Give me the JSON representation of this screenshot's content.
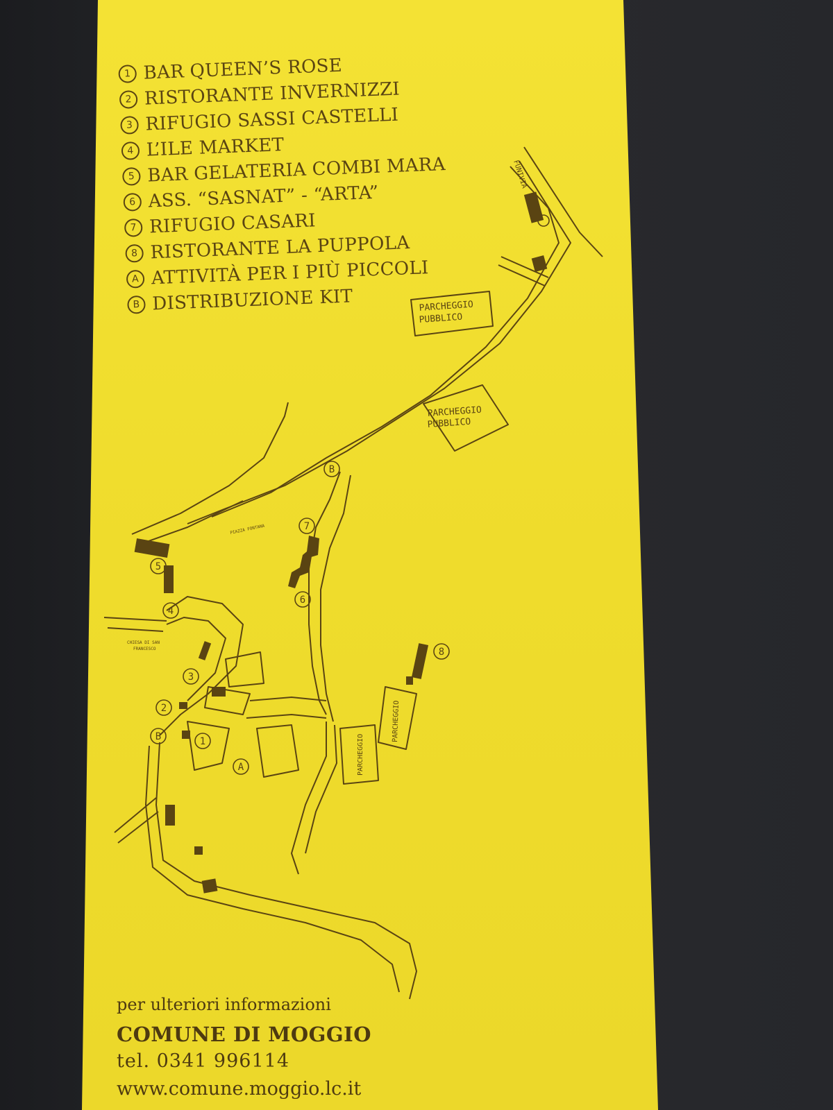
{
  "legend": [
    {
      "marker": "1",
      "label": "BAR QUEEN’S ROSE"
    },
    {
      "marker": "2",
      "label": "RISTORANTE INVERNIZZI"
    },
    {
      "marker": "3",
      "label": "RIFUGIO SASSI CASTELLI"
    },
    {
      "marker": "4",
      "label": "L’ILE MARKET"
    },
    {
      "marker": "5",
      "label": "BAR GELATERIA COMBI MARA"
    },
    {
      "marker": "6",
      "label": "ASS. “SASNAT” - “ARTA”"
    },
    {
      "marker": "7",
      "label": "RIFUGIO CASARI"
    },
    {
      "marker": "8",
      "label": "RISTORANTE LA PUPPOLA"
    },
    {
      "marker": "A",
      "label": "ATTIVITÀ PER I PIÙ PICCOLI"
    },
    {
      "marker": "B",
      "label": "DISTRIBUZIONE KIT"
    }
  ],
  "map": {
    "parking_top": [
      "PARCHEGGIO",
      "PUBBLICO"
    ],
    "parking_mid": [
      "PARCHEGGIO",
      "PUBBLICO"
    ],
    "parking_low_1": "PARCHEGGIO",
    "parking_low_2": "PARCHEGGIO",
    "funivia": "FUNIVIA",
    "piazza": "PIAZZA FONTANA",
    "chiesa": [
      "CHIESA DI SAN",
      "FRANCESCO"
    ],
    "markers": {
      "m1": "1",
      "m2": "2",
      "m3": "3",
      "m4": "4",
      "m5": "5",
      "m6": "6",
      "m7": "7",
      "m8": "8",
      "mA": "A",
      "mB1": "B",
      "mB2": "B"
    }
  },
  "footer": {
    "info": "per ulteriori informazioni",
    "name": "COMUNE DI MOGGIO",
    "tel": "tel. 0341 996114",
    "web": "www.comune.moggio.lc.it"
  },
  "colors": {
    "paper": "#f0dd2e",
    "ink": "#5a4412",
    "background": "#202124"
  }
}
